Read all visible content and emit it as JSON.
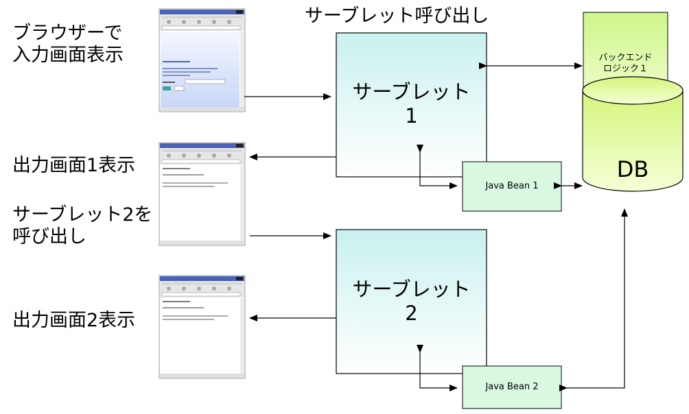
{
  "labels": {
    "browser_input": "ブラウザーで\n入力画面表示",
    "servlet_call": "サーブレット呼び出し",
    "output1": "出力画面1表示",
    "call_servlet2": "サーブレット2を\n呼び出し",
    "output2": "出力画面2表示"
  },
  "nodes": {
    "servlet1": "サーブレット\n1",
    "servlet2": "サーブレット\n2",
    "backend": "バックエンド\nロジック１",
    "db": "DB",
    "bean1": "Java Bean 1",
    "bean2": "Java Bean 2"
  },
  "colors": {
    "servlet_top": "#c9f1ef",
    "servlet_bottom": "#ffffff",
    "backend_top": "#cff58a",
    "backend_bottom": "#f6ffd8",
    "db_top": "#d6f57c",
    "db_bottom": "#f4ffd6",
    "bean_fill": "#d9f8e2",
    "browser_frame": "#c8c8c8",
    "browser_title": "#4a63b8",
    "browser_content_blue": "#dde6fb"
  },
  "browser_screens": [
    {
      "id": "browser-input-screen",
      "has_form": true
    },
    {
      "id": "browser-output1-screen",
      "has_form": false
    },
    {
      "id": "browser-call2-screen",
      "has_form": false
    },
    {
      "id": "browser-output2-screen",
      "has_form": false
    }
  ]
}
